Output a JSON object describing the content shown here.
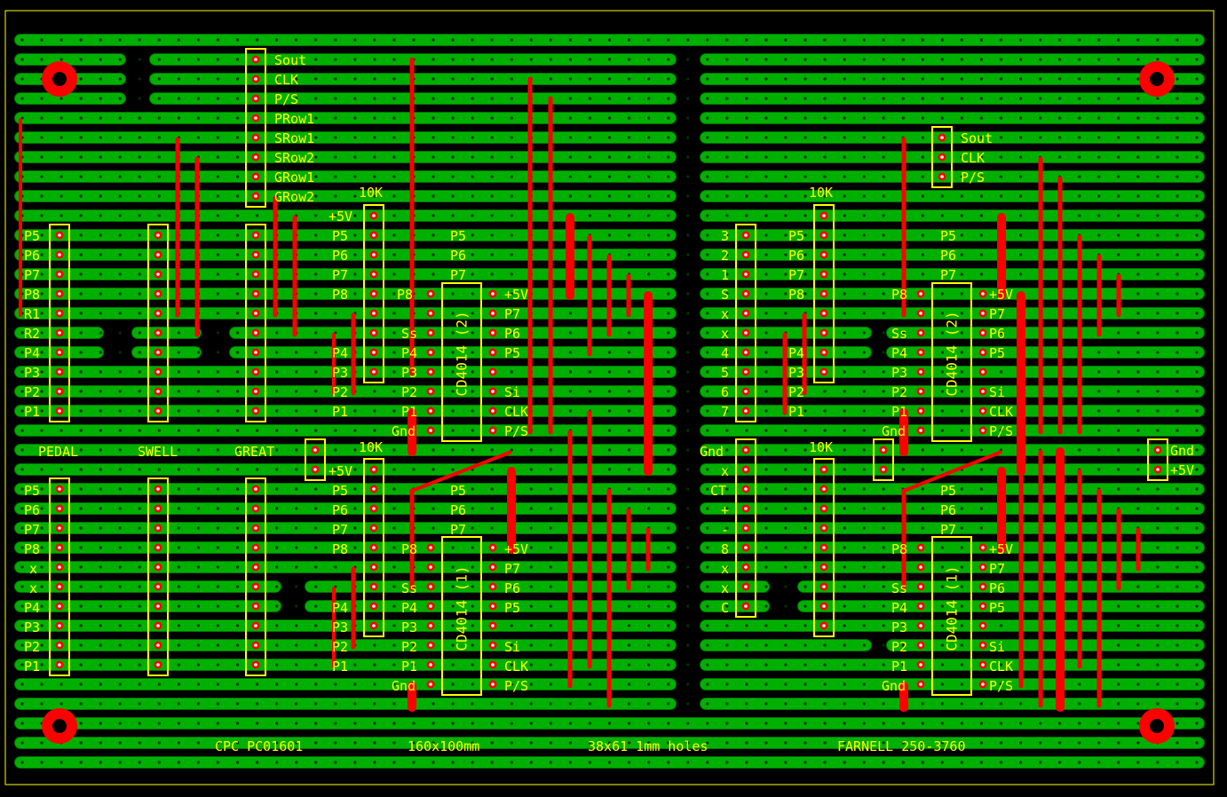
{
  "colors": {
    "board": "#000000",
    "track": "#00b000",
    "trackEdge": "#007000",
    "hole": "#000000",
    "wire": "#ff0000",
    "silk": "#ffff00",
    "pad": "#ff0000"
  },
  "footer": {
    "cpc": "CPC PC01601",
    "size": "160x100mm",
    "holes": "38x61 1mm holes",
    "farnell": "FARNELL 250-3760"
  },
  "headers": {
    "pedal": "PEDAL",
    "swell": "SWELL",
    "great": "GREAT"
  },
  "pot_label": "10K",
  "left_connector": [
    "Sout",
    "CLK",
    "P/S",
    "PRow1",
    "SRow1",
    "SRow2",
    "GRow1",
    "GRow2"
  ],
  "right_connector": [
    "Sout",
    "CLK",
    "P/S"
  ],
  "power_connector": [
    "Gnd",
    "+5V"
  ],
  "left_top_col": [
    "P5",
    "P6",
    "P7",
    "P8",
    "R1",
    "R2",
    "P4",
    "P3",
    "P2",
    "P1"
  ],
  "left_bot_col": [
    "P5",
    "P6",
    "P7",
    "P8",
    "x",
    "x",
    "P4",
    "P3",
    "P2",
    "P1"
  ],
  "right_top_col": [
    "3",
    "2",
    "1",
    "S",
    "x",
    "x",
    "4",
    "5",
    "6",
    "7"
  ],
  "right_bot_col": [
    "Gnd",
    "x",
    "CT",
    "+",
    "-",
    "8",
    "x",
    "x",
    "C"
  ],
  "sip_top_labels": [
    "+5V",
    "P5",
    "P6",
    "P7",
    "P8",
    "",
    "",
    "P4",
    "P3",
    "P2",
    "P1"
  ],
  "sip_bot_labels": [
    "+5V",
    "P5",
    "P6",
    "P7",
    "P8",
    "",
    "",
    "P4",
    "P3",
    "P2",
    "P1"
  ],
  "ic_left_pins": [
    "P8",
    "Ss",
    "P4",
    "P3",
    "P2",
    "P1",
    "Gnd"
  ],
  "ic_right_pins": [
    "+5V",
    "P7",
    "P6",
    "P5",
    "",
    "Si",
    "CLK",
    "P/S"
  ],
  "ic_top_pins": [
    "P5",
    "P6",
    "P7"
  ],
  "chips": [
    "CD4014 (2)",
    "CD4014 (1)"
  ]
}
